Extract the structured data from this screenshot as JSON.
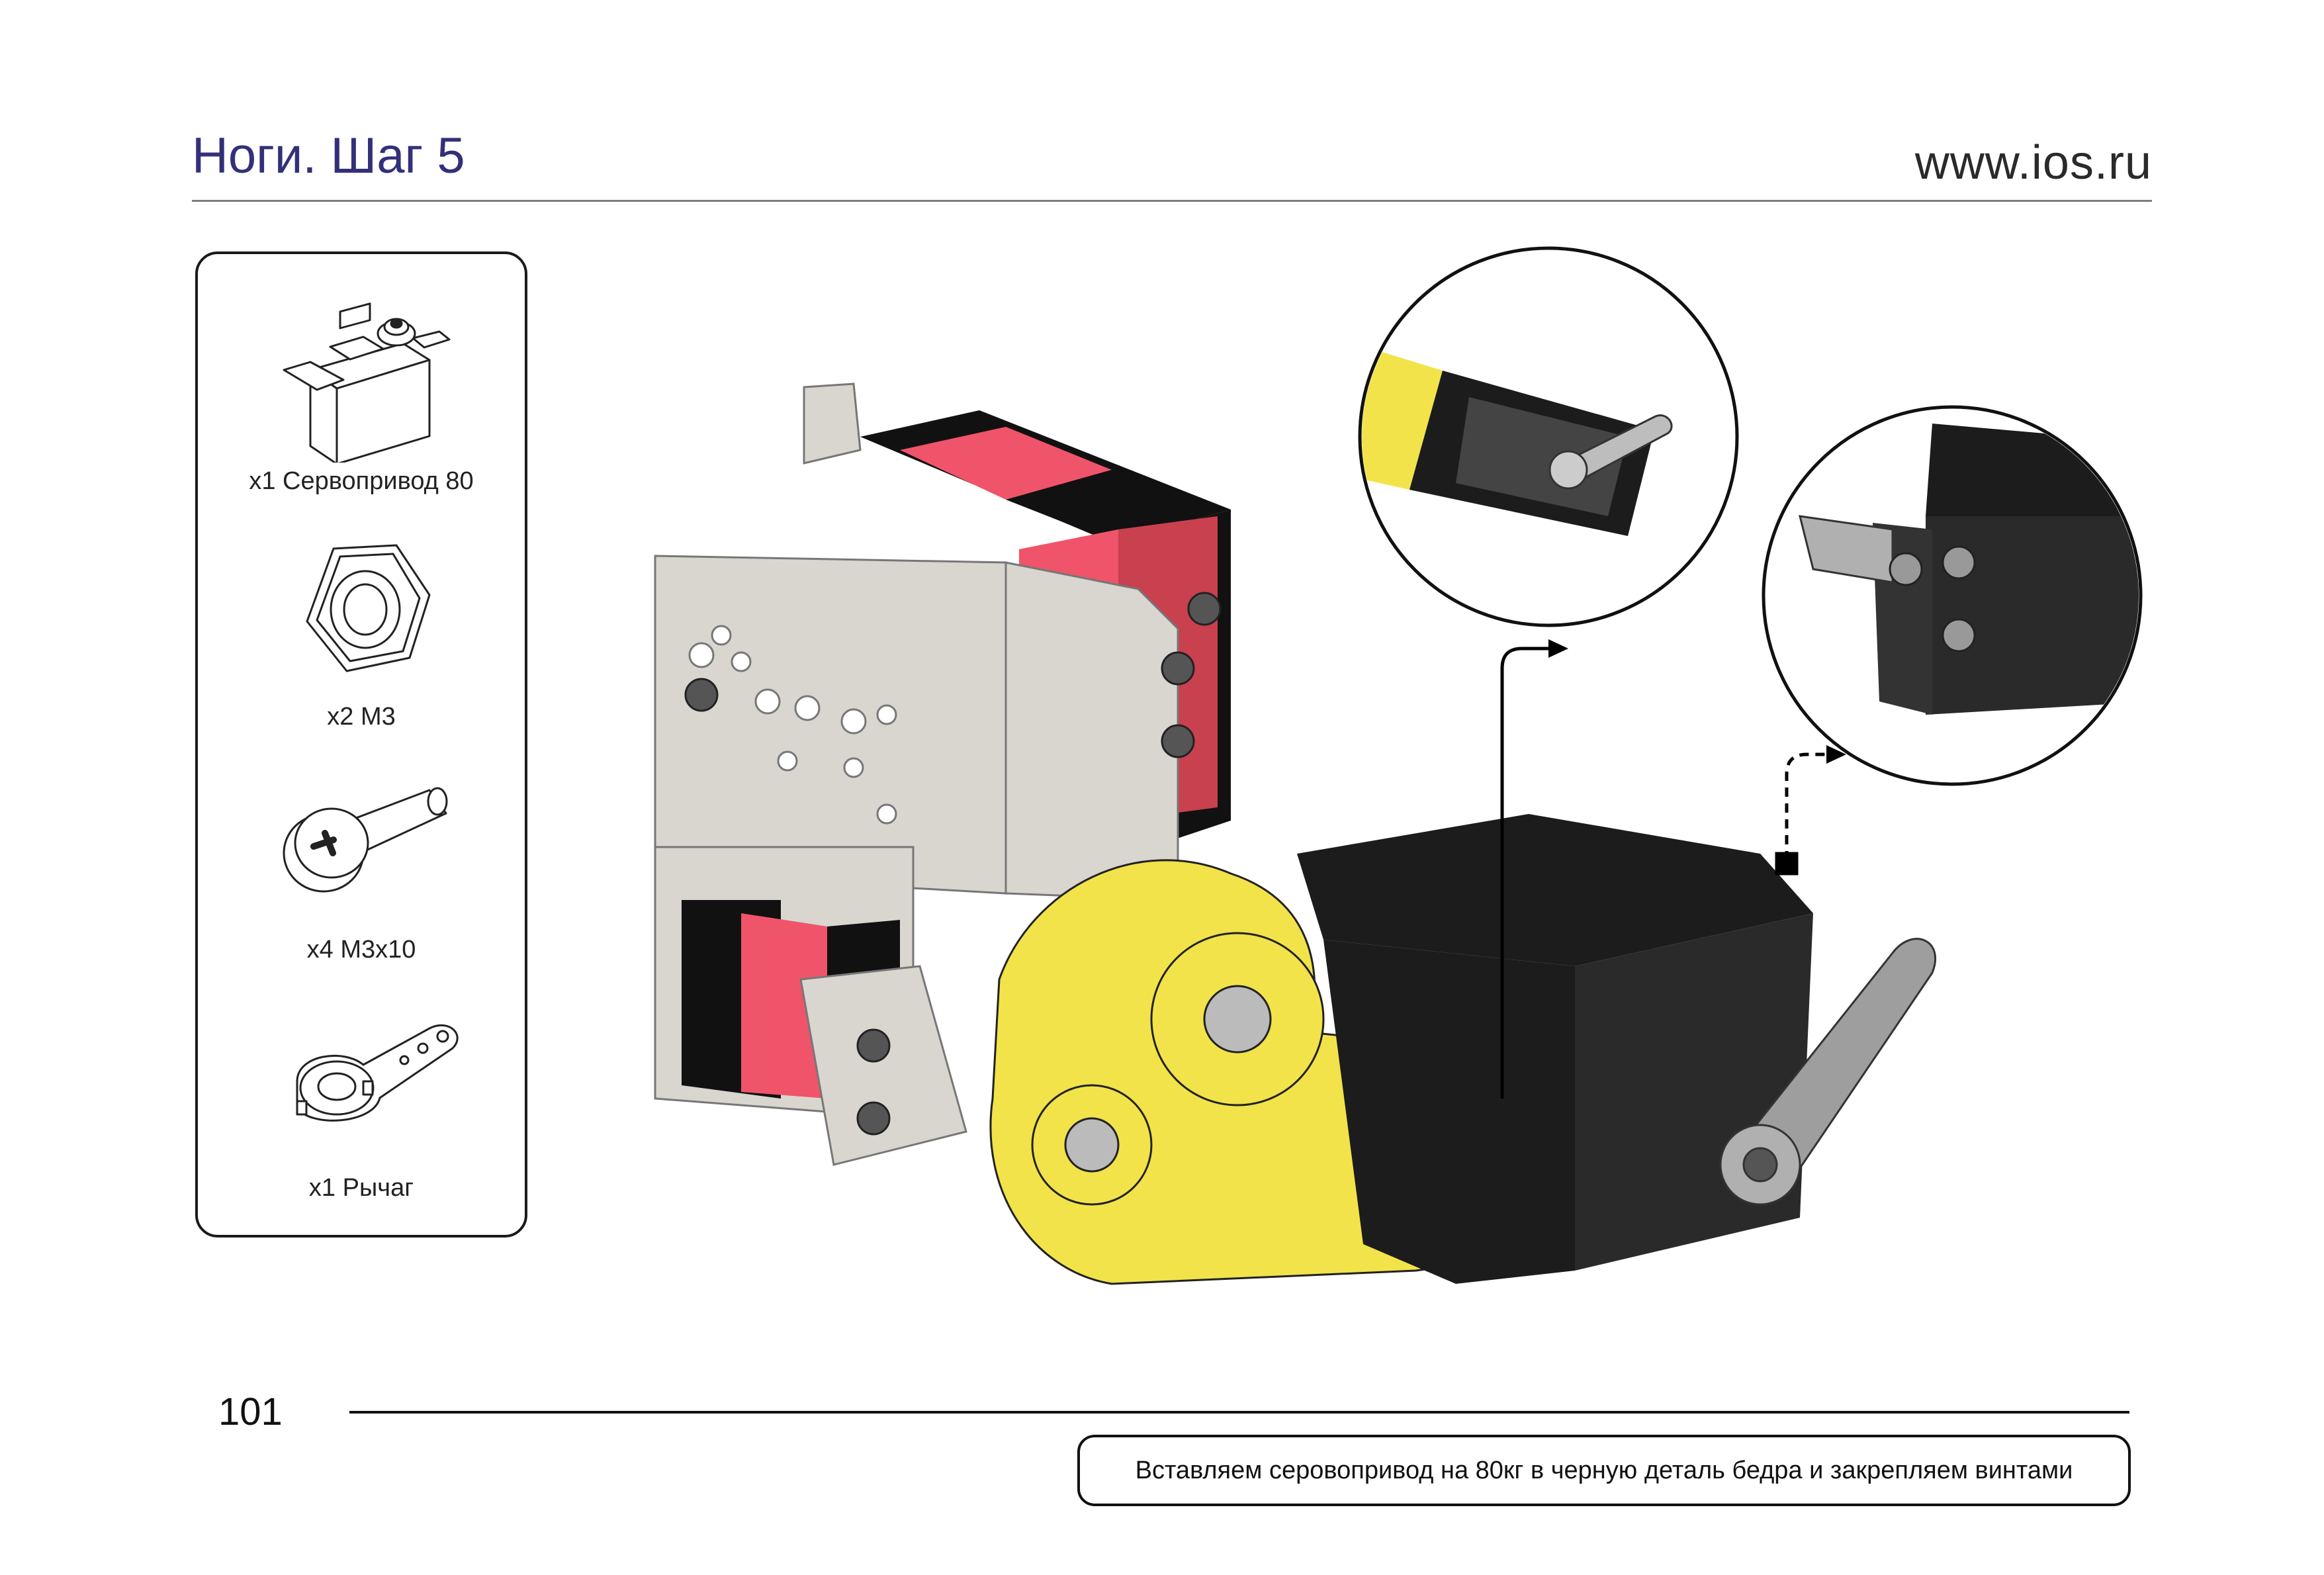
{
  "header": {
    "title": "Ноги. Шаг 5",
    "site": "www.ios.ru"
  },
  "parts": [
    {
      "icon": "servo-icon",
      "label": "x1 Сервопривод 80"
    },
    {
      "icon": "nut-icon",
      "label": "x2 M3"
    },
    {
      "icon": "screw-icon",
      "label": "x4 M3x10"
    },
    {
      "icon": "lever-icon",
      "label": "x1 Рычаг"
    }
  ],
  "footer": {
    "page_number": "101",
    "caption": "Вставляем серовопривод на 80кг в  черную деталь бедра и закрепляем винтами"
  },
  "colors": {
    "title": "#33307a",
    "servo_red": "#f0546a",
    "bracket_grey": "#d9d6cf",
    "part_yellow": "#f2e34a",
    "part_black": "#1c1c1c"
  }
}
